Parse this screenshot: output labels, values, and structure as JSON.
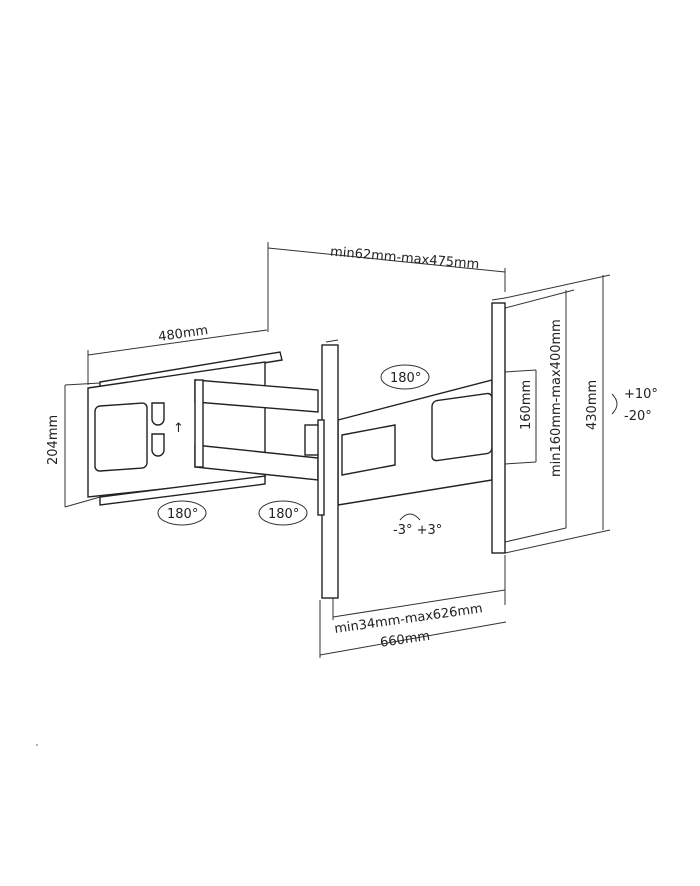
{
  "title": "Full-motion TV wall mount dimensions",
  "dimensions": {
    "arm_extension": "min62mm-max475mm",
    "wall_plate_width": "480mm",
    "wall_plate_height": "204mm",
    "vesa_small": "160mm",
    "vesa_vertical": "min160mm-max400mm",
    "bracket_height": "430mm",
    "vesa_horizontal": "min34mm-max626mm",
    "bracket_width": "660mm"
  },
  "rotations": {
    "swivel_1": "180°",
    "swivel_2": "180°",
    "swivel_3": "180°",
    "tilt_up": "+10°",
    "tilt_down": "-20°",
    "level": "-3° +3°"
  }
}
